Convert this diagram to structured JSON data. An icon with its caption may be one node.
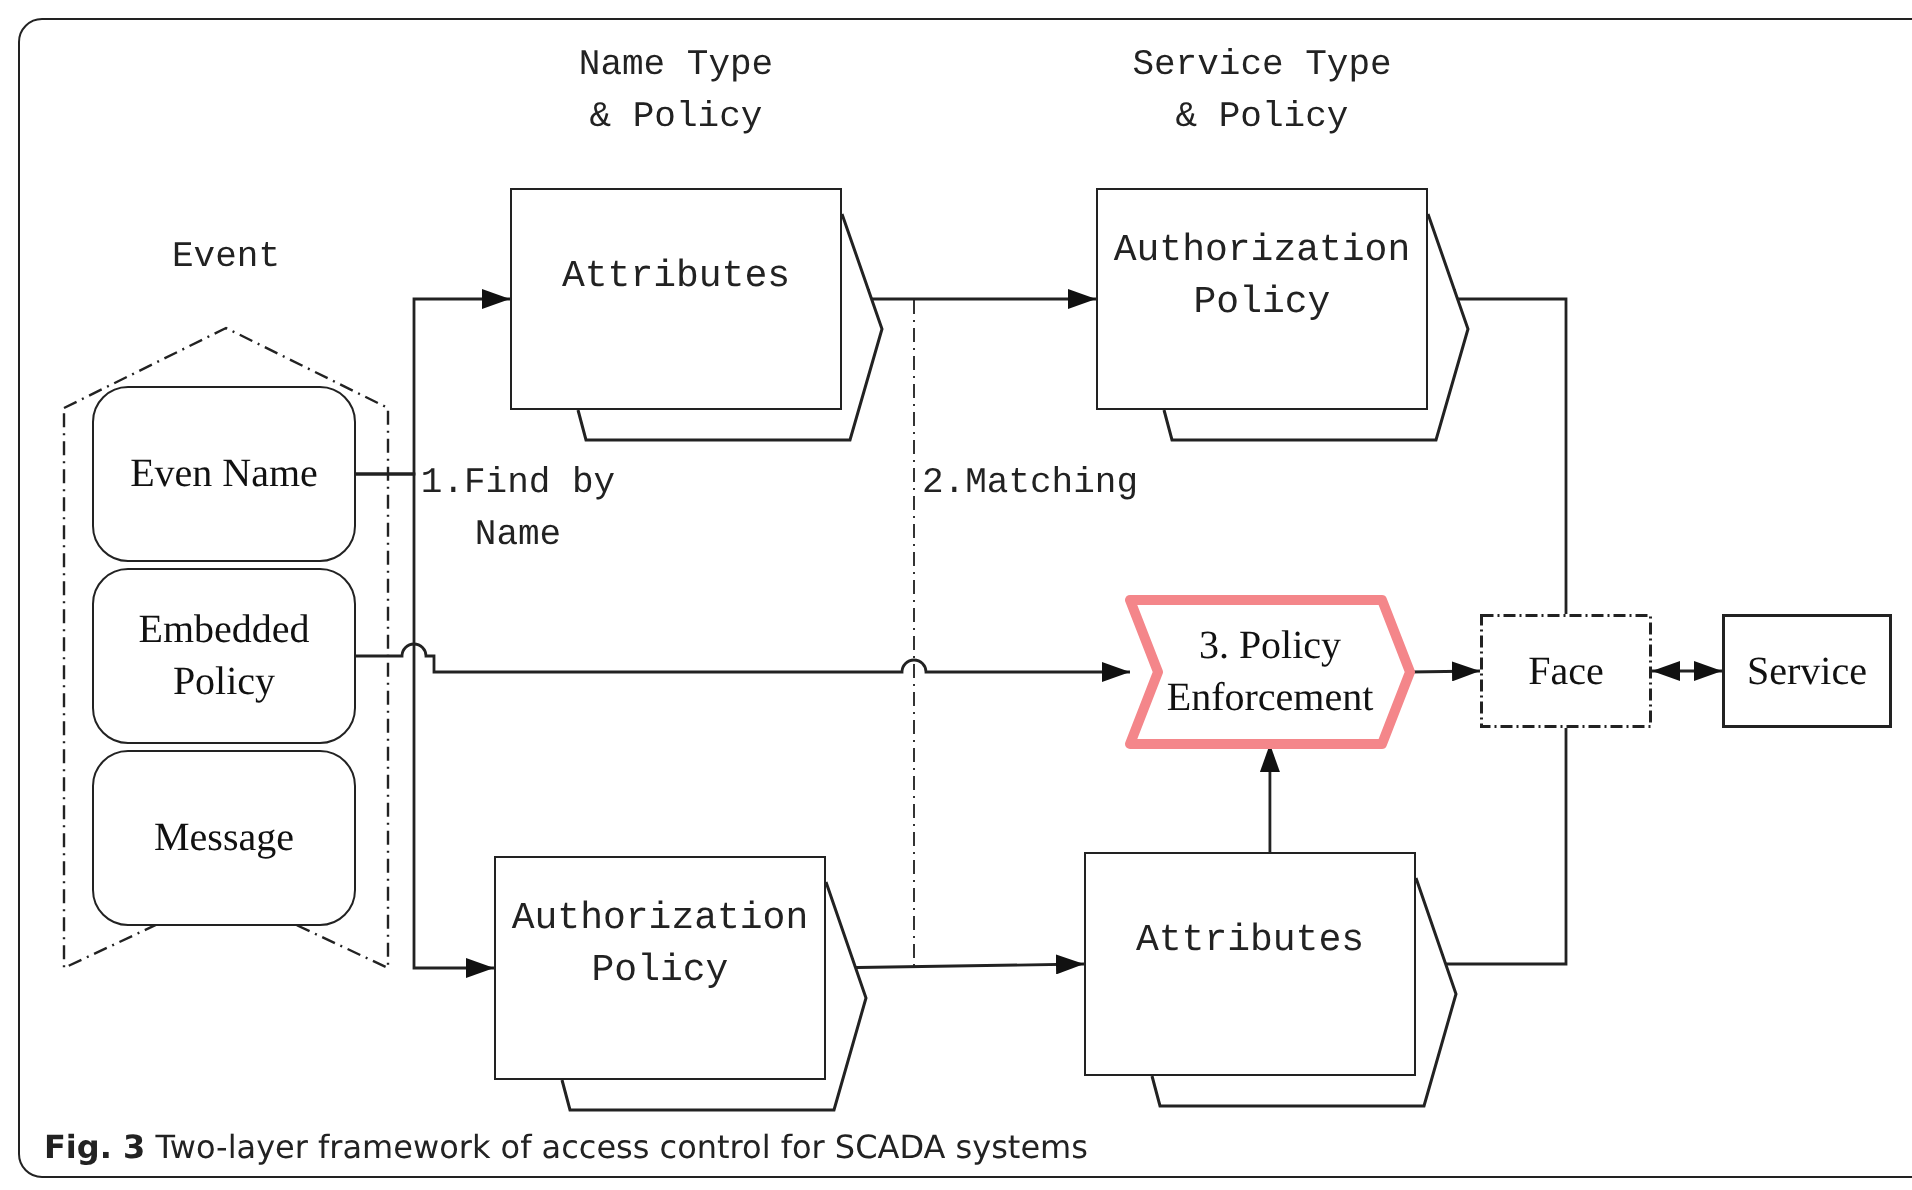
{
  "diagram": {
    "caption": "**Fig. 3** Two-layer framework of access control for SCADA systems",
    "nodes": [
      {
        "text": [
          "Event"
        ]
      },
      {
        "text": [
          "Even Name"
        ],
        "in": 0
      },
      {
        "text": [
          "Embedded Policy"
        ],
        "in": 0
      },
      {
        "text": [
          "Message"
        ],
        "in": 0
      },
      {
        "text": [
          "Name Type & Policy",
          "Attributes"
        ]
      },
      {
        "text": [
          "Service Type & Policy",
          "Authorization Policy"
        ]
      },
      {
        "text": [
          "3. Policy Enforcement"
        ]
      },
      {
        "text": [
          "Face"
        ]
      },
      {
        "text": [
          "Service"
        ]
      },
      {
        "text": [
          "Authorization Policy"
        ]
      },
      {
        "text": [
          "Attributes"
        ]
      }
    ],
    "edges": [
      {
        "from": 1,
        "to": 4,
        "arrow": "to",
        "label": "1.Find by Name"
      },
      {
        "from": 1,
        "to": 9,
        "arrow": "to"
      },
      {
        "from": 2,
        "to": 6,
        "arrow": "to"
      },
      {
        "from": 4,
        "to": 5,
        "arrow": "both"
      },
      {
        "from": 9,
        "to": 10,
        "arrow": "both"
      },
      {
        "from": 10,
        "to": 6,
        "arrow": "to"
      },
      {
        "from": 6,
        "to": 7,
        "arrow": "to"
      },
      {
        "from": 7,
        "to": 8,
        "arrow": "both"
      },
      {
        "from": 7,
        "to": 5,
        "arrow": "to"
      },
      {
        "from": 7,
        "to": 10,
        "arrow": "to"
      }
    ],
    "labels": [
      "2.Matching"
    ]
  }
}
